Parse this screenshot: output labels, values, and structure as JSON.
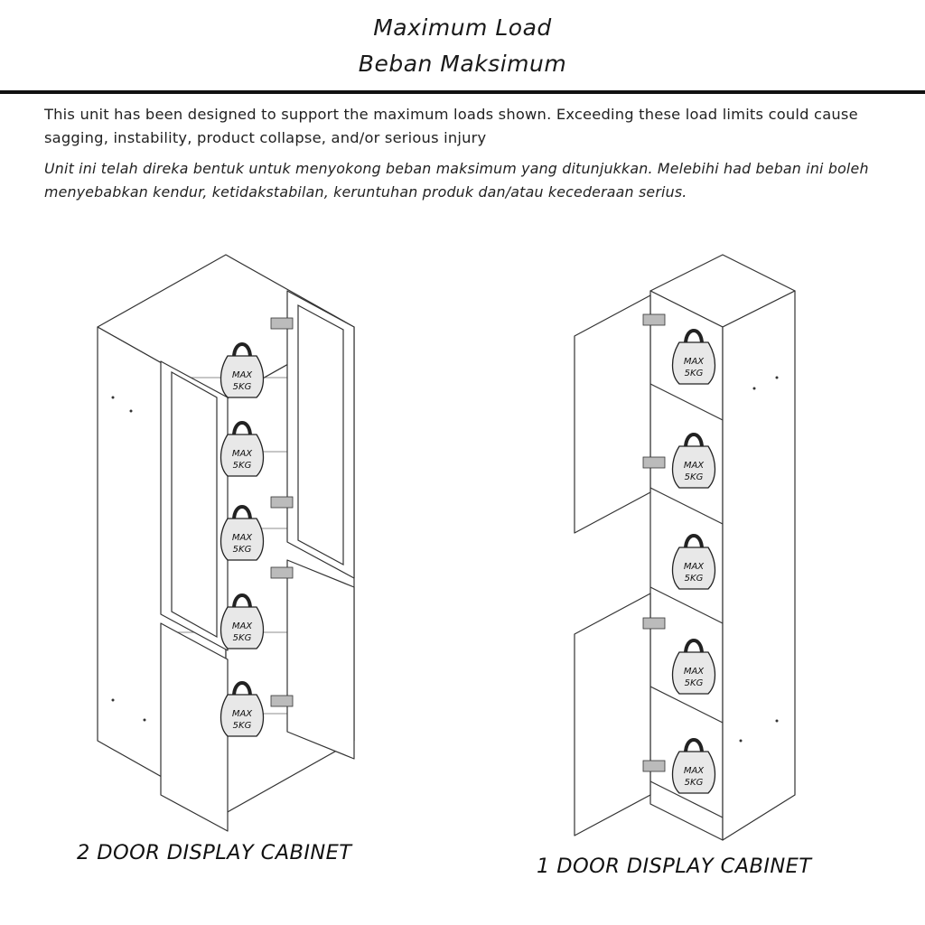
{
  "header": {
    "title_en": "Maximum Load",
    "title_ms": "Beban Maksimum"
  },
  "body": {
    "warning_en": "This unit has been designed to support the maximum loads shown. Exceeding these load limits could cause sagging, instability, product collapse, and/or serious injury",
    "warning_ms": "Unit ini telah direka bentuk untuk menyokong beban maksimum yang ditunjukkan. Melebihi had beban ini boleh menyebabkan kendur, ketidakstabilan, keruntuhan produk dan/atau kecederaan serius."
  },
  "weight_label": {
    "line1": "MAX",
    "line2": "5KG"
  },
  "cabinets": [
    {
      "caption": "2 DOOR DISPLAY CABINET",
      "shelf_loads": 5
    },
    {
      "caption": "1 DOOR DISPLAY CABINET",
      "shelf_loads": 5
    }
  ],
  "colors": {
    "line": "#333333",
    "rule": "#111111",
    "weight_fill": "#e8e8e8"
  }
}
